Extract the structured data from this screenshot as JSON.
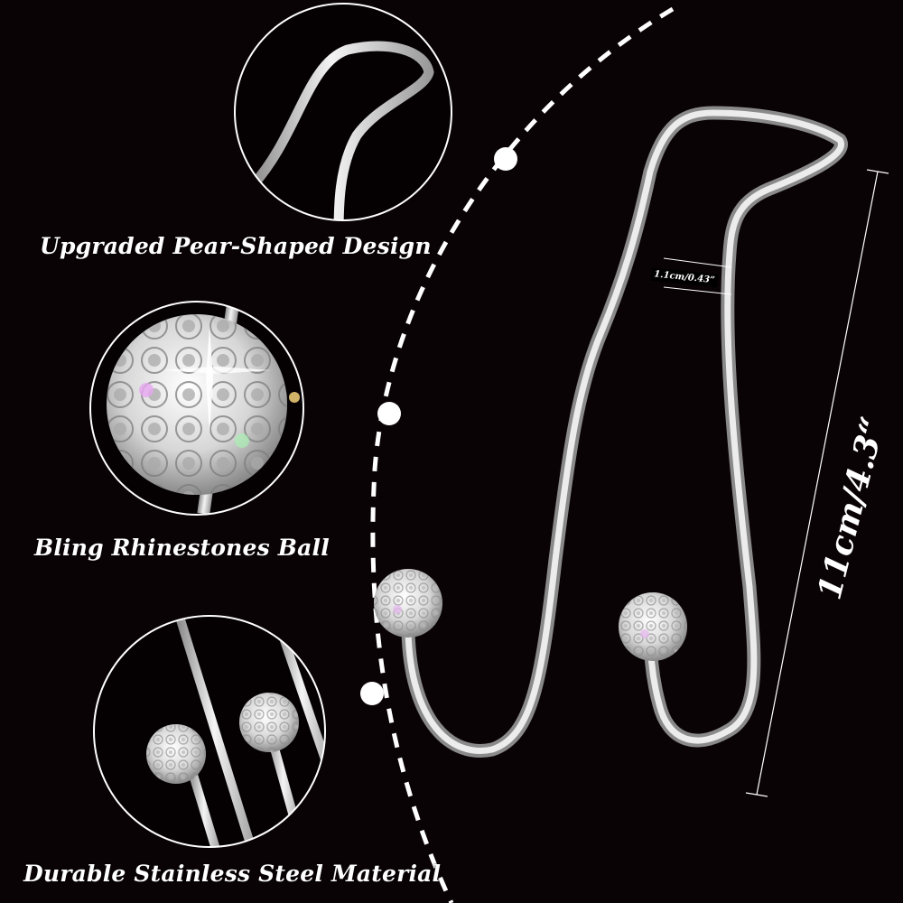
{
  "features": [
    {
      "label": "Upgraded Pear-Shaped Design",
      "detail": "pear-shaped-hook-closeup"
    },
    {
      "label": "Bling Rhinestones Ball",
      "detail": "rhinestone-ball-closeup"
    },
    {
      "label": "Durable Stainless Steel Material",
      "detail": "stainless-steel-rods-closeup"
    }
  ],
  "dimensions": {
    "width_label": "1.1cm/0.43”",
    "height_label": "11cm/4.3“"
  },
  "colors": {
    "background": "#0a0306",
    "metal": "#d9d9d9",
    "text": "#ffffff",
    "accent_line": "#ffffff"
  }
}
